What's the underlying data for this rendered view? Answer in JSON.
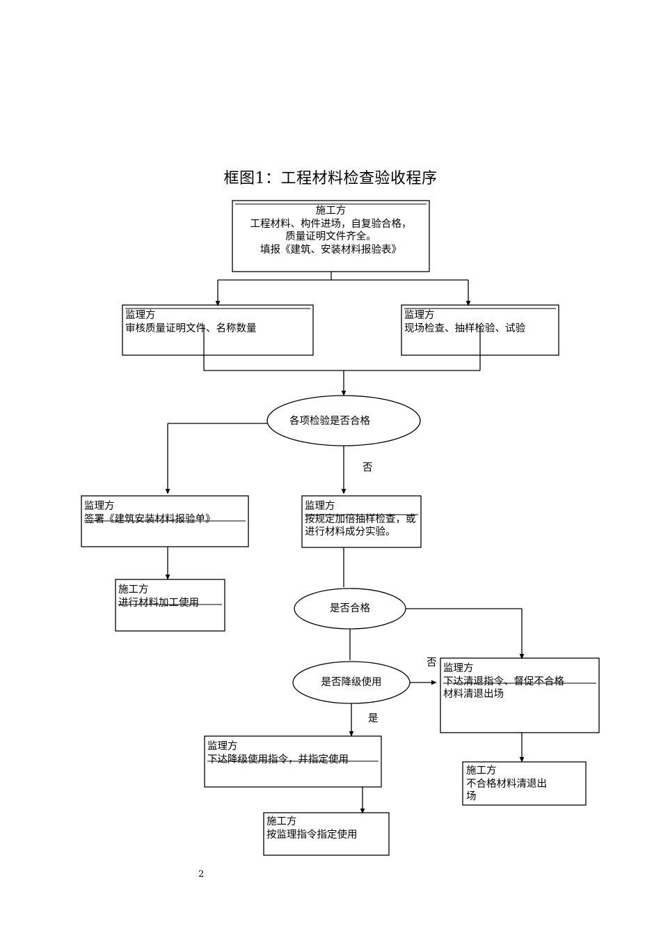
{
  "document": {
    "title": "框图1：工程材料检查验收程序",
    "page_number": "2"
  },
  "chart_data": {
    "type": "diagram",
    "title": "框图1：工程材料检查验收程序",
    "nodes": [
      {
        "id": "n1",
        "shape": "box",
        "role": "施工方",
        "desc_line1": "工程材料、构件进场，自复验合格，",
        "desc_line2": "质量证明文件齐全。",
        "desc_line3": "填报《建筑、安装材料报验表》"
      },
      {
        "id": "n2",
        "shape": "box",
        "role": "监理方",
        "desc_line1": "审核质量证明文件、名称数量"
      },
      {
        "id": "n3",
        "shape": "box",
        "role": "监理方",
        "desc_line1": "现场检查、抽样检验、试验"
      },
      {
        "id": "d1",
        "shape": "ellipse",
        "text": "各项检验是否合格"
      },
      {
        "id": "n4",
        "shape": "box",
        "role": "监理方",
        "desc_line1": "签署《建筑安装材料报验单》"
      },
      {
        "id": "n5",
        "shape": "box",
        "role": "监理方",
        "desc_line1": "按规定加倍抽样检查，或",
        "desc_line2": "进行材料成分实验。"
      },
      {
        "id": "n6",
        "shape": "box",
        "role": "施工方",
        "desc_line1": "进行材料加工使用"
      },
      {
        "id": "d2",
        "shape": "ellipse",
        "text": "是否合格"
      },
      {
        "id": "d3",
        "shape": "ellipse",
        "text": "是否降级使用"
      },
      {
        "id": "n7",
        "shape": "box",
        "role": "监理方",
        "desc_line1": "下达清退指令、督促不合格",
        "desc_line2": "材料清退出场"
      },
      {
        "id": "n8",
        "shape": "box",
        "role": "监理方",
        "desc_line1": "下达降级使用指令，并指定使用"
      },
      {
        "id": "n9",
        "shape": "box",
        "role": "施工方",
        "desc_line1": "不合格材料清退出",
        "desc_line2": "场"
      },
      {
        "id": "n10",
        "shape": "box",
        "role": "施工方",
        "desc_line1": "按监理指令指定使用"
      }
    ],
    "edge_labels": [
      {
        "id": "e1",
        "text": "否"
      },
      {
        "id": "e2",
        "text": "否"
      },
      {
        "id": "e3",
        "text": "是"
      }
    ]
  },
  "flow": {
    "node1": {
      "role": "施工方",
      "line1": "工程材料、构件进场，自复验合格，",
      "line2": "质量证明文件齐全。",
      "line3": "填报《建筑、安装材料报验表》"
    },
    "node2": {
      "role": "监理方",
      "line1": "审核质量证明文件、名称数量"
    },
    "node3": {
      "role": "监理方",
      "line1": "现场检查、抽样检验、试验"
    },
    "decision1": {
      "text": "各项检验是否合格"
    },
    "node4": {
      "role": "监理方",
      "line1": "签署《建筑安装材料报验单》"
    },
    "node5": {
      "role": "监理方",
      "line1": "按规定加倍抽样检查，或",
      "line2": "进行材料成分实验。"
    },
    "node6": {
      "role": "施工方",
      "line1": "进行材料加工使用"
    },
    "decision2": {
      "text": "是否合格"
    },
    "decision3": {
      "text": "是否降级使用"
    },
    "node7": {
      "role": "监理方",
      "line1": "下达清退指令、督促不合格",
      "line2": "材料清退出场"
    },
    "node8": {
      "role": "监理方",
      "line1": "下达降级使用指令，并指定使用"
    },
    "node9": {
      "role": "施工方",
      "line1": "不合格材料清退出",
      "line2": "场"
    },
    "node10": {
      "role": "施工方",
      "line1": "按监理指令指定使用"
    },
    "labels": {
      "no1": "否",
      "no2": "否",
      "yes1": "是"
    }
  }
}
